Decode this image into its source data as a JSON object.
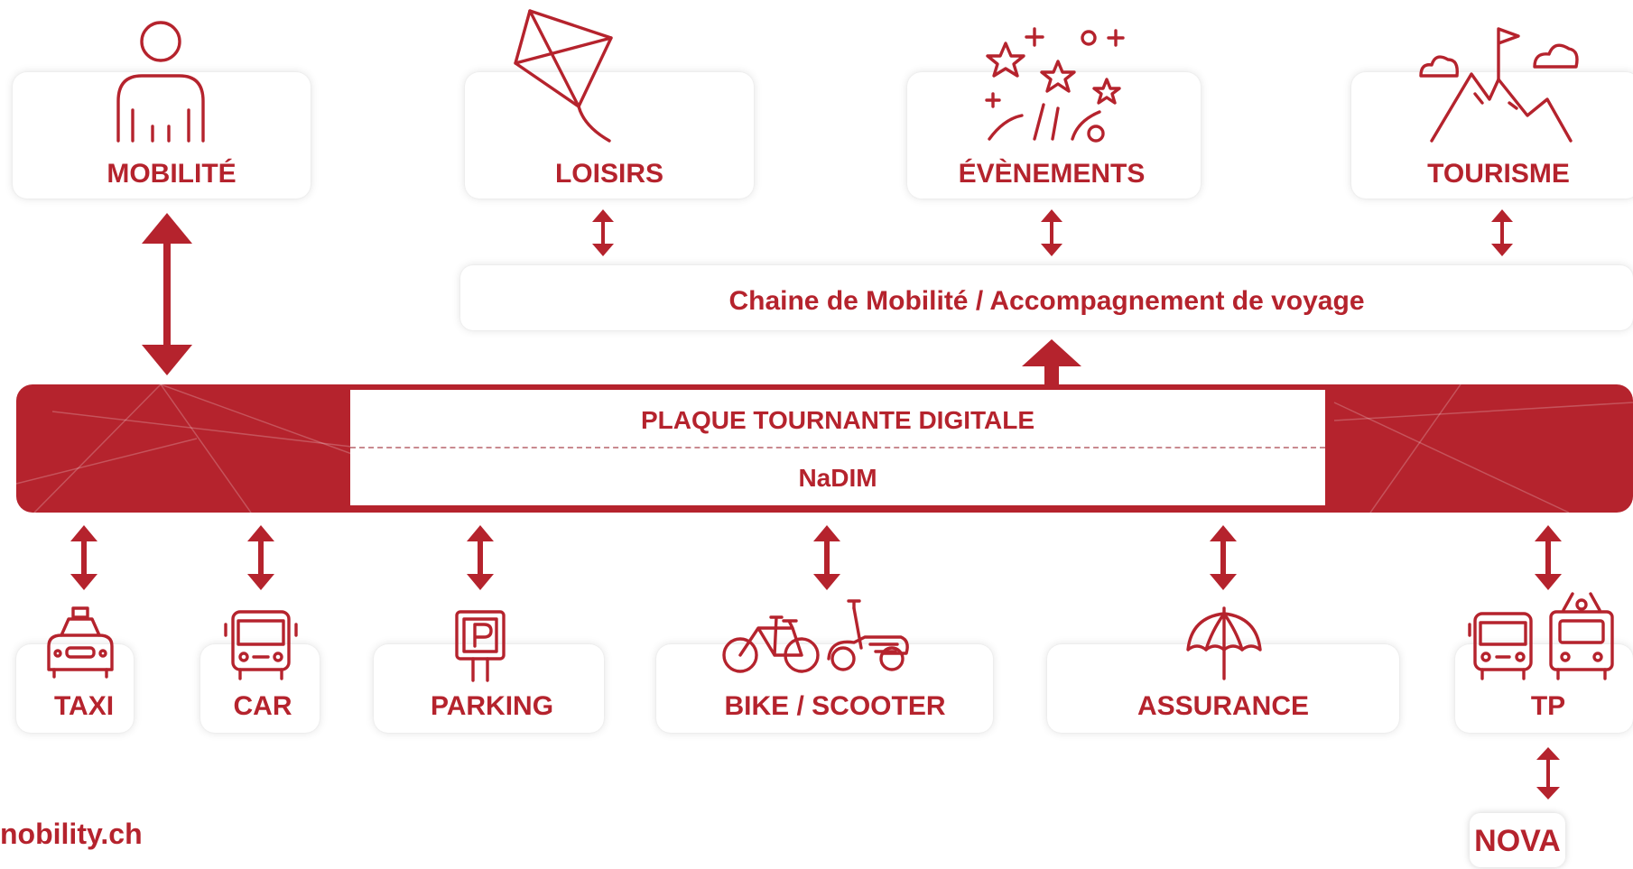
{
  "top_nodes": [
    {
      "id": "mobilite",
      "label": "MOBILITÉ",
      "icon": "person-icon"
    },
    {
      "id": "loisirs",
      "label": "LOISIRS",
      "icon": "kite-icon"
    },
    {
      "id": "evenements",
      "label": "ÉVÈNEMENTS",
      "icon": "fireworks-icon"
    },
    {
      "id": "tourisme",
      "label": "TOURISME",
      "icon": "mountain-icon"
    }
  ],
  "chain_label": "Chaine de Mobilité / Accompagnement de voyage",
  "hub": {
    "title": "PLAQUE TOURNANTE DIGITALE",
    "subtitle": "NaDIM"
  },
  "bottom_nodes": [
    {
      "id": "taxi",
      "label": "TAXI",
      "icon": "taxi-icon"
    },
    {
      "id": "car",
      "label": "CAR",
      "icon": "bus-icon"
    },
    {
      "id": "parking",
      "label": "PARKING",
      "icon": "parking-icon"
    },
    {
      "id": "bike",
      "label": "BIKE / SCOOTER",
      "icon": "bicycle-scooter-icon"
    },
    {
      "id": "assurance",
      "label": "ASSURANCE",
      "icon": "umbrella-icon"
    },
    {
      "id": "tp",
      "label": "TP",
      "icon": "bus-train-icon"
    }
  ],
  "nova_label": "NOVA",
  "footer_text": "nobility.ch",
  "colors": {
    "accent": "#b5232d",
    "card": "#ffffff"
  }
}
